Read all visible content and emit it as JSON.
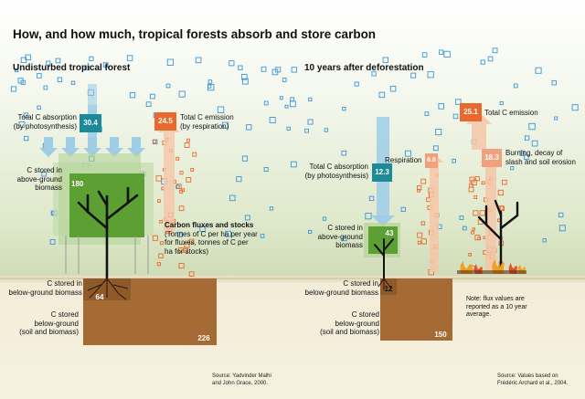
{
  "title": "How, and how much, tropical forests absorb and store carbon",
  "colors": {
    "teal": "#1d8a9a",
    "orange": "#e9692c",
    "green": "#5aa032",
    "soil": "#a66a34",
    "sky": "#4a9bd4"
  },
  "left": {
    "heading": "Undisturbed tropical forest",
    "absorption_label": [
      "Total C absorption",
      "(by photosynthesis)"
    ],
    "absorption_value": "30.4",
    "emission_label": [
      "Total C emission",
      "(by respiration)"
    ],
    "emission_value": "24.5",
    "above_label": [
      "C stored in",
      "above-ground",
      "biomass"
    ],
    "above_value": "180",
    "legend_title": "Carbon fluxes and stocks",
    "legend_text": [
      "(Tonnes of C per ha per year",
      "for fluxes, tonnes of C per",
      "ha for stocks)"
    ],
    "below_label": [
      "C stored in",
      "below-ground biomass"
    ],
    "below_value": "64",
    "soil_label": [
      "C stored",
      "below-ground",
      "(soil and biomass)"
    ],
    "soil_value": "226",
    "source": [
      "Source: Yadvinder Malhi",
      "and John Grace,  2000."
    ]
  },
  "right": {
    "heading": "10 years after deforestation",
    "emission_label": "Total C emission",
    "emission_value": "25.1",
    "absorption_label": [
      "Total C absorption",
      "(by photosynthesis)"
    ],
    "absorption_value": "12.3",
    "respiration_label": "Respiration",
    "respiration_value": "6.8",
    "burning_label": [
      "Burning, decay of",
      "slash and soil erosion"
    ],
    "burning_value": "18.3",
    "above_label": [
      "C stored in",
      "above-ground",
      "biomass"
    ],
    "above_value": "43",
    "below_label": [
      "C stored in",
      "below-ground biomass"
    ],
    "below_value": "12",
    "soil_label": [
      "C stored",
      "below-ground",
      "(soil and biomass)"
    ],
    "soil_value": "150",
    "note": [
      "Note: flux values are",
      "reported as a 10 year",
      "average."
    ],
    "source": [
      "Source: Values based on",
      "Frédéric Archard et al., 2004."
    ]
  }
}
